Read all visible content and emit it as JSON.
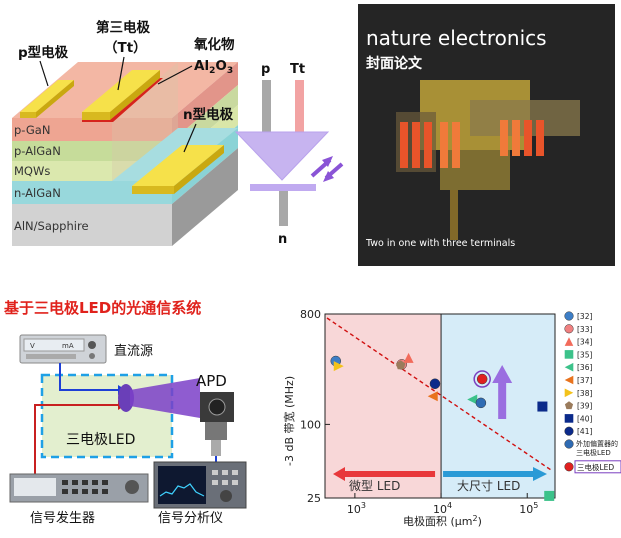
{
  "top": {
    "third_electrode": "第三电极",
    "third_electrode_sub": "（Tt）",
    "p_electrode": "p型电极",
    "oxide": "氧化物",
    "oxide_formula": "Al",
    "oxide_sub1": "2",
    "oxide_o": "O",
    "oxide_sub2": "3",
    "n_electrode": "n型电极",
    "layers": [
      "p-GaN",
      "p-AlGaN",
      "MQWs",
      "n-AlGaN",
      "AlN/Sapphire"
    ],
    "sym_p": "p",
    "sym_tt": "Tt",
    "sym_n": "n"
  },
  "cover": {
    "brand": "nature electronics",
    "badge": "封面论文",
    "caption": "Two in one with three terminals"
  },
  "system": {
    "title": "基于三电极LED的光通信系统",
    "dc_source": "直流源",
    "apd": "APD",
    "led": "三电极LED",
    "signal_gen": "信号发生器",
    "signal_analyzer": "信号分析仪",
    "meter_v": "V",
    "meter_ma": "mA"
  },
  "chart_data": {
    "type": "scatter",
    "ylabel": "-3 dB 带宽 (MHz)",
    "xlabel": "电极面积 (μm²)",
    "xscale": "log",
    "yscale": "log",
    "xlim": [
      450,
      210000
    ],
    "ylim": [
      25,
      800
    ],
    "y_ticks": [
      "800",
      "100",
      "25"
    ],
    "x_ticks": [
      {
        "base": "10",
        "exp": "3"
      },
      {
        "base": "10",
        "exp": "4"
      },
      {
        "base": "10",
        "exp": "5"
      }
    ],
    "region_small": "微型 LED",
    "region_large": "大尺寸 LED",
    "boundary_x": 10000,
    "series": [
      {
        "name": "[32]",
        "marker": "circle",
        "color": "#3d7ec6",
        "x": [
          600
        ],
        "y": [
          330
        ]
      },
      {
        "name": "[33]",
        "marker": "circle",
        "color": "#f08080",
        "x": [
          3500
        ],
        "y": [
          310
        ]
      },
      {
        "name": "[34]",
        "marker": "triangle-up",
        "color": "#f26b5b",
        "x": [
          4200
        ],
        "y": [
          350
        ]
      },
      {
        "name": "[35]",
        "marker": "square",
        "color": "#3cc28a",
        "x": [
          180000
        ],
        "y": [
          26
        ]
      },
      {
        "name": "[36]",
        "marker": "triangle-left",
        "color": "#3cc28a",
        "x": [
          23000
        ],
        "y": [
          160
        ]
      },
      {
        "name": "[37]",
        "marker": "triangle-left",
        "color": "#e8731e",
        "x": [
          8000
        ],
        "y": [
          170
        ]
      },
      {
        "name": "[38]",
        "marker": "triangle-right",
        "color": "#f3c21b",
        "x": [
          650
        ],
        "y": [
          300
        ]
      },
      {
        "name": "[39]",
        "marker": "pentagon",
        "color": "#9a7b5c",
        "x": [
          3400
        ],
        "y": [
          305
        ]
      },
      {
        "name": "[40]",
        "marker": "square",
        "color": "#0b2a8a",
        "x": [
          150000
        ],
        "y": [
          140
        ]
      },
      {
        "name": "[41]",
        "marker": "circle",
        "color": "#0b2a8a",
        "x": [
          8500
        ],
        "y": [
          215
        ]
      },
      {
        "name": "外加偏置器的三电极LED",
        "marker": "circle",
        "color": "#2f6bb3",
        "x": [
          29000
        ],
        "y": [
          150
        ]
      },
      {
        "name": "三电极LED",
        "marker": "circle",
        "color": "#e02020",
        "x": [
          30000
        ],
        "y": [
          235
        ]
      }
    ],
    "legend_extra": {
      "bias_line1": "外加偏置器的",
      "bias_line2": "三电极LED"
    }
  }
}
